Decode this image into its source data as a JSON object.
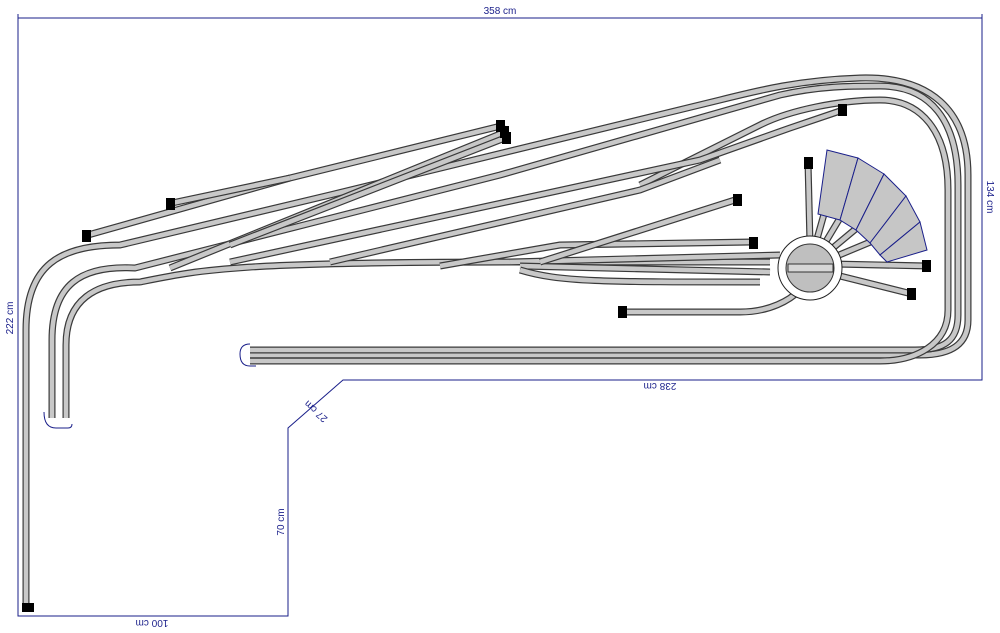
{
  "dimensions": {
    "top_width": "358 cm",
    "right_height": "134 cm",
    "left_height": "222 cm",
    "inner_bottom": "238 cm",
    "diagonal": "27 cm",
    "inner_vertical": "70 cm",
    "bottom_width": "100 cm"
  },
  "colors": {
    "outline": "#1a1f8a",
    "track_edge": "#3a3a3a",
    "track_fill": "#c8c8c8",
    "bumper": "#000000",
    "turntable": "#bfbfbf",
    "roundhouse": "#c6c6c6"
  },
  "elements": {
    "turntable": "turntable",
    "roundhouse": "roundhouse"
  }
}
